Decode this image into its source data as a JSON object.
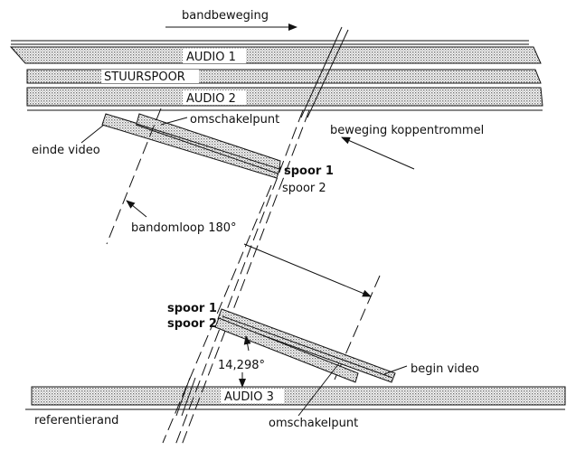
{
  "labels": {
    "bandbeweging": "bandbeweging",
    "audio1": "AUDIO 1",
    "stuurspoor": "STUURSPOOR",
    "audio2": "AUDIO 2",
    "omschakelpunt_top": "omschakelpunt",
    "einde_video": "einde video",
    "beweging_koppentrommel": "beweging koppentrommel",
    "spoor1_top": "spoor 1",
    "spoor2_top": "spoor 2",
    "bandomloop": "bandomloop 180°",
    "spoor1_bottom": "spoor 1",
    "spoor2_bottom": "spoor 2",
    "angle": "14,298°",
    "begin_video": "begin video",
    "audio3": "AUDIO 3",
    "referentierand": "referentierand",
    "omschakelpunt_bottom": "omschakelpunt"
  },
  "colors": {
    "ink": "#111111",
    "hatch": "#8a8a8a",
    "paper": "#ffffff"
  }
}
